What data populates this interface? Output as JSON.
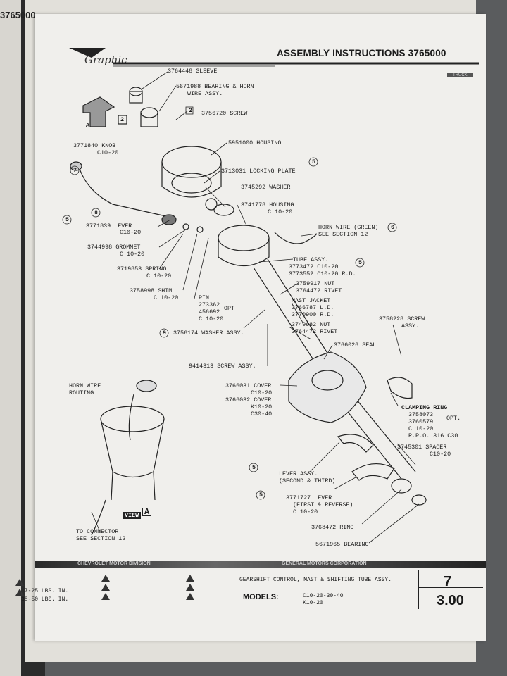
{
  "edge": {
    "tab_text": "3765000"
  },
  "header": {
    "logo": "Graphic",
    "title": "ASSEMBLY INSTRUCTIONS 3765000",
    "badge": "TRUCK"
  },
  "labels": {
    "sleeve": "3764448 SLEEVE",
    "bearing1": "5671988 BEARING & HORN",
    "bearing2": "WIRE ASSY.",
    "screw": "3756720 SCREW",
    "housing": "5951000 HOUSING",
    "locking": "3713031 LOCKING PLATE",
    "washer": "3745292 WASHER",
    "housing2a": "3741778 HOUSING",
    "housing2b": "C 10-20",
    "knob": "3771840 KNOB",
    "knob2": "C10-20",
    "lever1": "3771839 LEVER",
    "lever1b": "C10-20",
    "grommet": "3744998 GROMMET",
    "grommet2": "C 10-20",
    "spring": "3719853 SPRING",
    "spring2": "C 10-20",
    "shim": "3758998 SHIM",
    "shim2": "C 10-20",
    "pin": "PIN",
    "pin1": "273362",
    "pin2": "456692",
    "pin_opt": "OPT",
    "pin3": "C 10-20",
    "hornwire": "HORN WIRE (GREEN)",
    "hornwire2": "SEE SECTION 12",
    "tube": "TUBE ASSY.",
    "tube1": "3773472 C10-20",
    "tube2": "3773552 C10-20 R.D.",
    "nut1": "3759917 NUT",
    "rivet1": "3764472 RIVET",
    "mast": "MAST JACKET",
    "mast1": "3766787 L.D.",
    "mast2": "3770900 R.D.",
    "nut2": "3749682 NUT",
    "rivet2": "3764472 RIVET",
    "washerassy": "3756174 WASHER ASSY.",
    "screw2a": "3758228 SCREW",
    "screw2b": "ASSY.",
    "seal": "3766026 SEAL",
    "screwassy": "9414313 SCREW ASSY.",
    "hornroute1": "HORN WIRE",
    "hornroute2": "ROUTING",
    "cover1": "3766031 COVER",
    "cover1b": "C10-20",
    "cover2": "3766032 COVER",
    "cover2b": "K10-20",
    "cover2c": "C30-40",
    "clamp": "CLAMPING RING",
    "clamp1": "3758073",
    "clamp2": "3760579",
    "clamp_opt": "OPT.",
    "clamp3": "C 10-20",
    "clamp4": "R.P.O. 316 C30",
    "spacer": "3745301 SPACER",
    "spacer2": "C10-20",
    "leverassy": "LEVER ASSY.",
    "leverassy2": "(SECOND & THIRD)",
    "lever2": "3771727 LEVER",
    "lever2b": "(FIRST & REVERSE)",
    "lever2c": "C 10-20",
    "ring": "3768472 RING",
    "bearing3": "5671965 BEARING",
    "view": "VIEW",
    "view_letter": "A",
    "arrow_a": "A",
    "connector1": "TO CONNECTOR",
    "connector2": "SEE SECTION 12",
    "callouts": {
      "c2": "2",
      "c5": "5",
      "c7": "7",
      "c8": "8",
      "c6": "6",
      "c9": "9"
    }
  },
  "footer": {
    "division": "CHEVROLET MOTOR DIVISION",
    "corp": "GENERAL MOTORS CORPORATION",
    "torque1": "17-25 LBS. IN.",
    "torque2": "38-50 LBS. IN.",
    "desc": "GEARSHIFT CONTROL, MAST & SHIFTING TUBE ASSY.",
    "models_label": "MODELS:",
    "models1": "C10-20-30-40",
    "models2": "K10-20",
    "section": "7",
    "page": "3.00"
  }
}
